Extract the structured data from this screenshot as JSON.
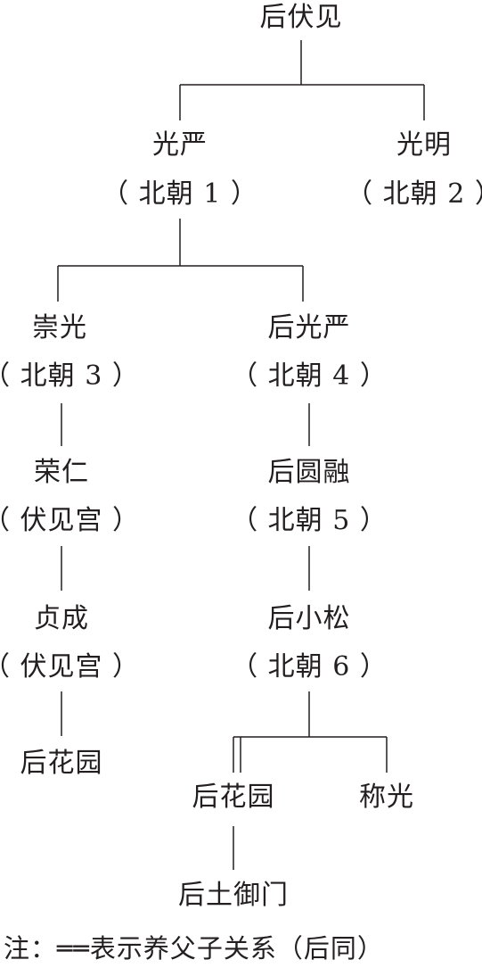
{
  "nodes": {
    "root": {
      "name": "后伏见"
    },
    "kogon": {
      "name": "光严",
      "note": "（ 北朝 1 ）"
    },
    "komyo": {
      "name": "光明",
      "note": "（ 北朝 2 ）"
    },
    "suko": {
      "name": "崇光",
      "note": "（ 北朝 3 ）"
    },
    "gokogon": {
      "name": "后光严",
      "note": "（ 北朝 4 ）"
    },
    "eijin": {
      "name": "荣仁",
      "note": "（ 伏见宫 ）"
    },
    "goenyu": {
      "name": "后圆融",
      "note": "（ 北朝 5 ）"
    },
    "sadashige": {
      "name": "贞成",
      "note": "（ 伏见宫 ）"
    },
    "gokomatsu": {
      "name": "后小松",
      "note": "（ 北朝 6 ）"
    },
    "gohanazono_left": {
      "name": "后花园"
    },
    "gohanazono_right": {
      "name": "后花园"
    },
    "shoko": {
      "name": "称光"
    },
    "gotsuchimikado": {
      "name": "后土御门"
    }
  },
  "footnote": "注：══表示养父子关系（后同）"
}
